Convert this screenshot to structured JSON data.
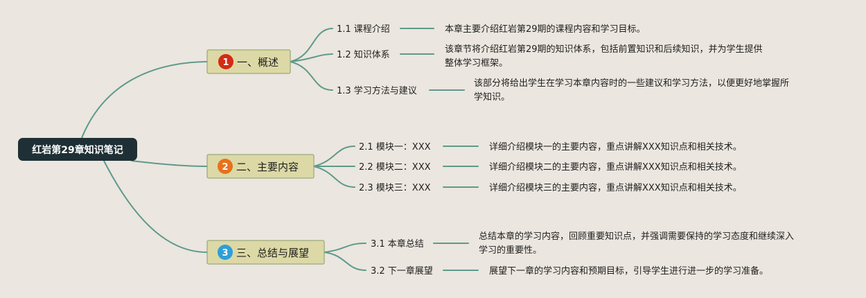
{
  "root": {
    "label": "红岩第29章知识笔记"
  },
  "colors": {
    "background": "#ebe6df",
    "line": "#5d9a8c",
    "root_fill": "#1e3036",
    "branch_fill": "#dcd9a6",
    "branch_border": "#8a9a68",
    "badges": [
      "#d62b14",
      "#e8711c",
      "#2f9fd8"
    ]
  },
  "branches": [
    {
      "number": "1",
      "label": "一、概述",
      "children": [
        {
          "label": "1.1 课程介绍",
          "description": [
            "本章主要介绍红岩第29期的课程内容和学习目标。"
          ]
        },
        {
          "label": "1.2 知识体系",
          "description": [
            "该章节将介绍红岩第29期的知识体系，包括前置知识和后续知识，并为学生提供",
            "整体学习框架。"
          ]
        },
        {
          "label": "1.3 学习方法与建议",
          "description": [
            "该部分将给出学生在学习本章内容时的一些建议和学习方法，以便更好地掌握所",
            "学知识。"
          ]
        }
      ]
    },
    {
      "number": "2",
      "label": "二、主要内容",
      "children": [
        {
          "label": "2.1 模块一：XXX",
          "description": [
            "详细介绍模块一的主要内容，重点讲解XXX知识点和相关技术。"
          ]
        },
        {
          "label": "2.2 模块二：XXX",
          "description": [
            "详细介绍模块二的主要内容，重点讲解XXX知识点和相关技术。"
          ]
        },
        {
          "label": "2.3 模块三：XXX",
          "description": [
            "详细介绍模块三的主要内容，重点讲解XXX知识点和相关技术。"
          ]
        }
      ]
    },
    {
      "number": "3",
      "label": "三、总结与展望",
      "children": [
        {
          "label": "3.1 本章总结",
          "description": [
            "总结本章的学习内容，回顾重要知识点，并强调需要保持的学习态度和继续深入",
            "学习的重要性。"
          ]
        },
        {
          "label": "3.2 下一章展望",
          "description": [
            "展望下一章的学习内容和预期目标，引导学生进行进一步的学习准备。"
          ]
        }
      ]
    }
  ]
}
